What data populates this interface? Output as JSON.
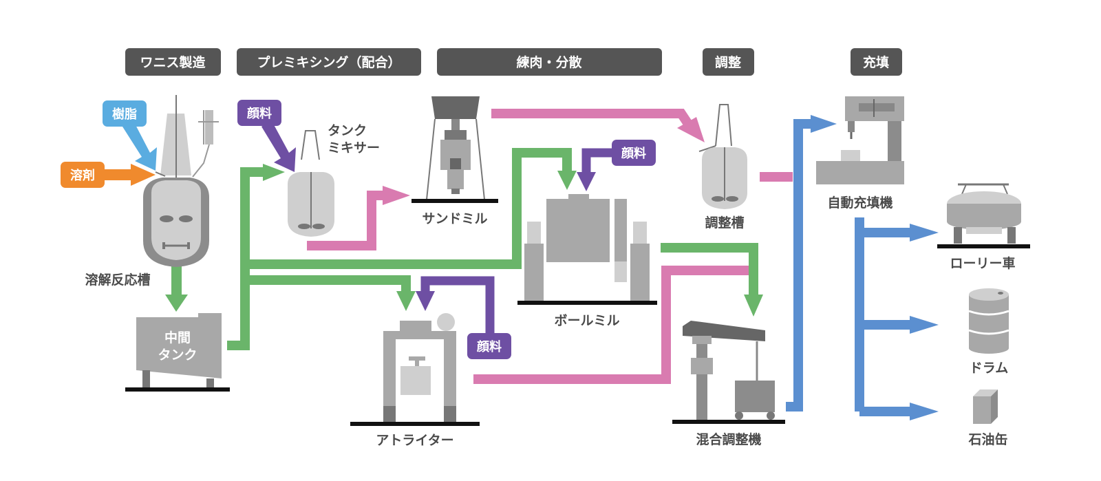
{
  "stages": [
    {
      "id": "varnish",
      "label": "ワニス製造"
    },
    {
      "id": "premix",
      "label": "プレミキシング（配合）"
    },
    {
      "id": "disperse",
      "label": "練肉・分散"
    },
    {
      "id": "adjust",
      "label": "調整"
    },
    {
      "id": "fill",
      "label": "充填"
    }
  ],
  "inputs": {
    "resin": "樹脂",
    "solvent": "溶剤",
    "pigment": "顔料"
  },
  "equipment": {
    "dissolution_reactor": "溶解反応槽",
    "intermediate_tank": [
      "中間",
      "タンク"
    ],
    "tank_mixer": [
      "タンク",
      "ミキサー"
    ],
    "sand_mill": "サンドミル",
    "ball_mill": "ボールミル",
    "attritor": "アトライター",
    "adjust_tank": "調整槽",
    "mix_adjuster": "混合調整機",
    "auto_filler": "自動充填機"
  },
  "outputs": {
    "lorry": "ローリー車",
    "drum": "ドラム",
    "can": "石油缶"
  },
  "colors": {
    "stage_bg": "#555555",
    "resin": "#5aace0",
    "solvent": "#f08a2d",
    "pigment": "#6e4fa3",
    "flow_green": "#6ab56a",
    "flow_pink": "#d97bb0",
    "flow_blue": "#5b8fd0",
    "equipment_dark": "#8c8c8c",
    "equipment_mid": "#a8a8a8",
    "equipment_light": "#cfcfcf"
  }
}
